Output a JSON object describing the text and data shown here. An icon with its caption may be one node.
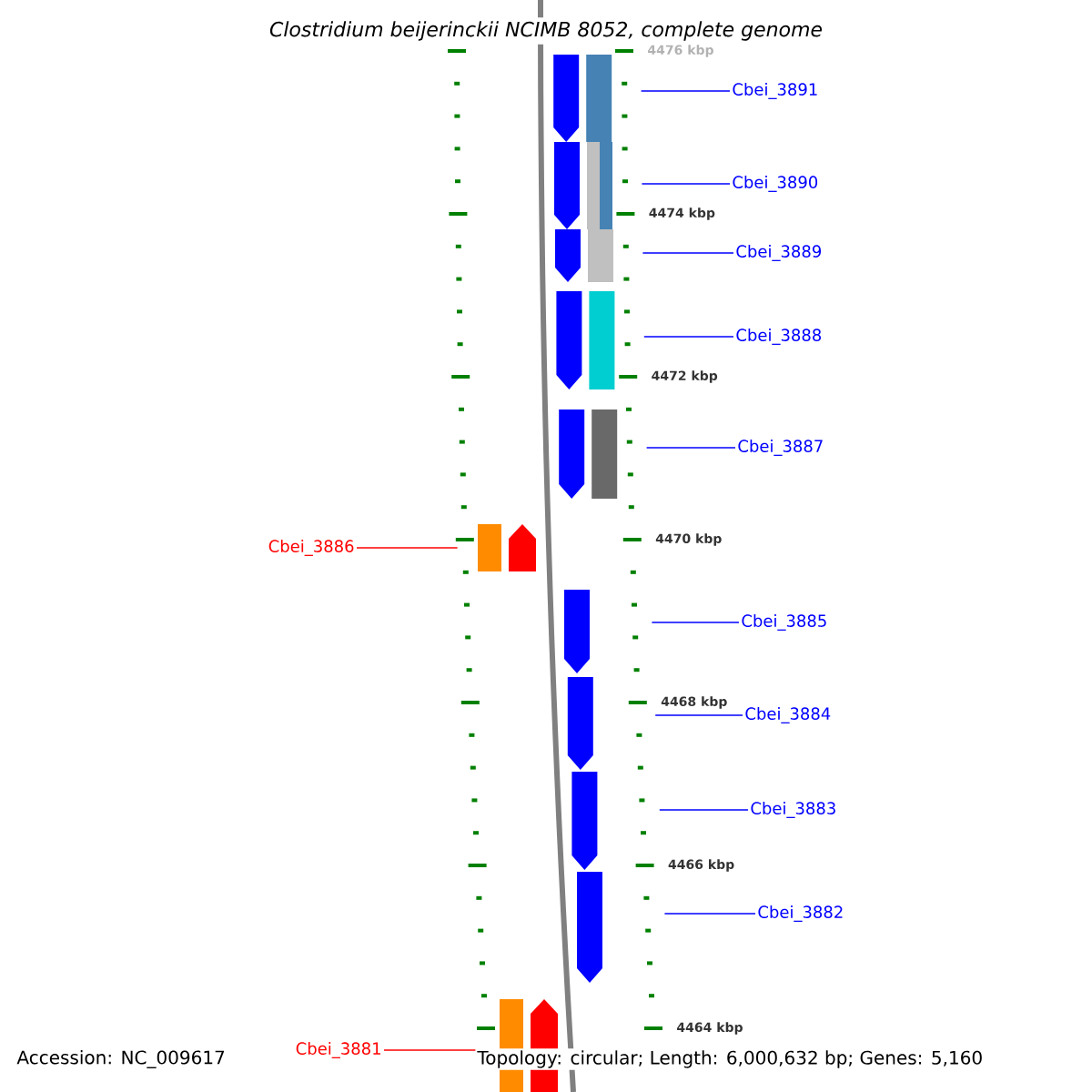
{
  "diagram": {
    "title": "*Clostridium beijerinckii* NCIMB 8052, complete genome",
    "nodes": [
      {
        "text": [
          "Cbei_3891"
        ]
      },
      {
        "text": [
          "Cbei_3890"
        ]
      },
      {
        "text": [
          "Cbei_3889"
        ]
      },
      {
        "text": [
          "Cbei_3888"
        ]
      },
      {
        "text": [
          "Cbei_3887"
        ]
      },
      {
        "text": [
          "Cbei_3886"
        ]
      },
      {
        "text": [
          "Cbei_3885"
        ]
      },
      {
        "text": [
          "Cbei_3884"
        ]
      },
      {
        "text": [
          "Cbei_3883"
        ]
      },
      {
        "text": [
          "Cbei_3882"
        ]
      },
      {
        "text": [
          "Cbei_3881"
        ]
      },
      {
        "text": [],
        "shape": "pentagon"
      },
      {
        "text": [],
        "shape": "pentagon"
      },
      {
        "text": [],
        "shape": "pentagon"
      },
      {
        "text": [],
        "shape": "pentagon"
      },
      {
        "text": [],
        "shape": "pentagon"
      },
      {
        "text": [],
        "shape": "pentagon"
      },
      {
        "text": [],
        "shape": "pentagon"
      },
      {
        "text": [],
        "shape": "pentagon"
      },
      {
        "text": [],
        "shape": "pentagon"
      },
      {
        "text": [],
        "shape": "pentagon"
      },
      {
        "text": [],
        "shape": "pentagon"
      }
    ],
    "edges": [
      {
        "from": 0,
        "to": 11,
        "arrow": "none"
      },
      {
        "from": 1,
        "to": 12,
        "arrow": "none"
      },
      {
        "from": 2,
        "to": 13,
        "arrow": "none"
      },
      {
        "from": 3,
        "to": 14,
        "arrow": "none"
      },
      {
        "from": 4,
        "to": 15,
        "arrow": "none"
      },
      {
        "from": 5,
        "to": 16,
        "arrow": "none",
        "color": "#ff0000"
      },
      {
        "from": 6,
        "to": 17,
        "arrow": "none"
      },
      {
        "from": 7,
        "to": 18,
        "arrow": "none"
      },
      {
        "from": 8,
        "to": 19,
        "arrow": "none"
      },
      {
        "from": 9,
        "to": 20,
        "arrow": "none"
      },
      {
        "from": 10,
        "to": 21,
        "arrow": "none",
        "color": "#ff0000"
      }
    ],
    "labels": [
      "4476 kbp",
      "4474 kbp",
      "4472 kbp",
      "4470 kbp",
      "4468 kbp",
      "4466 kbp",
      "4464 kbp",
      "Accession: NC_009617",
      "Topology: circular; Length: 6,000,632 bp; Genes: 5,160"
    ]
  }
}
